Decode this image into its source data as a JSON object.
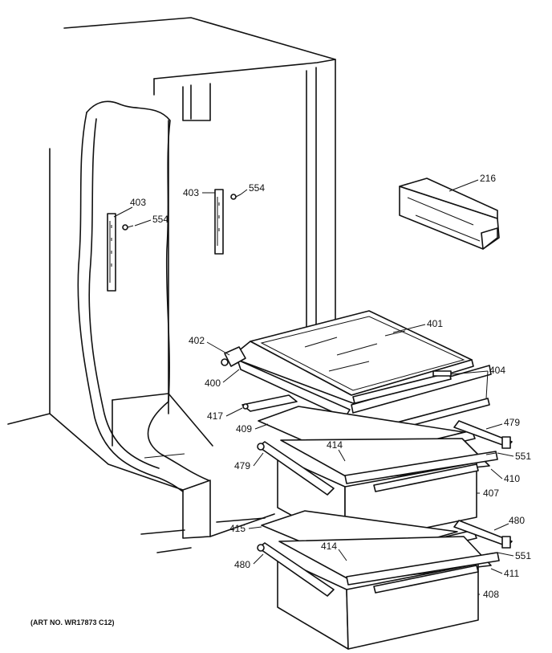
{
  "labels": {
    "p216": "216",
    "p401": "401",
    "p402": "402",
    "p400": "400",
    "p403a": "403",
    "p554a": "554",
    "p403b": "403",
    "p554b": "554",
    "p404": "404",
    "p417": "417",
    "p409": "409",
    "p414a": "414",
    "p479a": "479",
    "p551a": "551",
    "p479b": "479",
    "p410": "410",
    "p407": "407",
    "p415": "415",
    "p480a": "480",
    "p414b": "414",
    "p551b": "551",
    "p480b": "480",
    "p411": "411",
    "p408": "408"
  },
  "art_note": "(ART NO. WR17873 C12)"
}
